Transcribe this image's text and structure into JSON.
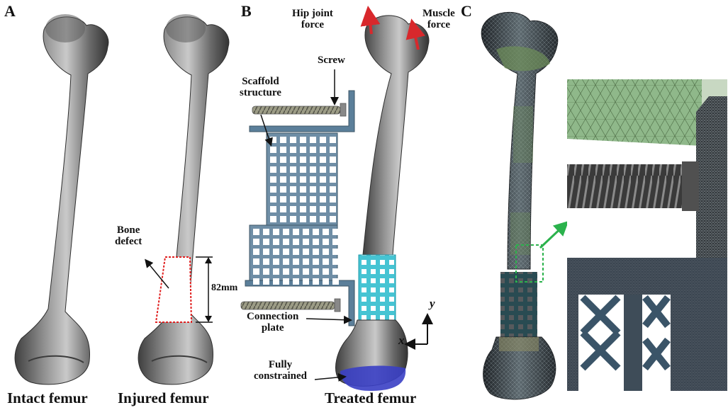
{
  "panels": {
    "a": "A",
    "b": "B",
    "c": "C"
  },
  "captions": {
    "intact": "Intact femur",
    "injured": "Injured femur",
    "treated": "Treated femur"
  },
  "annotations": {
    "bone_defect": "Bone\ndefect",
    "defect_length": "82mm",
    "hip_joint_force": "Hip joint\nforce",
    "muscle_force": "Muscle\nforce",
    "screw": "Screw",
    "scaffold_structure": "Scaffold\nstructure",
    "connection_plate": "Connection\nplate",
    "fully_constrained": "Fully\nconstrained"
  },
  "axes": {
    "x": "x",
    "y": "y"
  },
  "colors": {
    "bone": "#7c7c7c",
    "bone_dark": "#4a4a4a",
    "scaffold": "#5b7f9a",
    "scaffold_cyan": "#36b9c9",
    "force_arrow": "#d8282c",
    "constraint": "#3a3fc4",
    "callout": "#2bb24c",
    "defect_outline": "#e02020",
    "mesh_green": "#8fb88a",
    "mesh_dark": "#33383c"
  }
}
